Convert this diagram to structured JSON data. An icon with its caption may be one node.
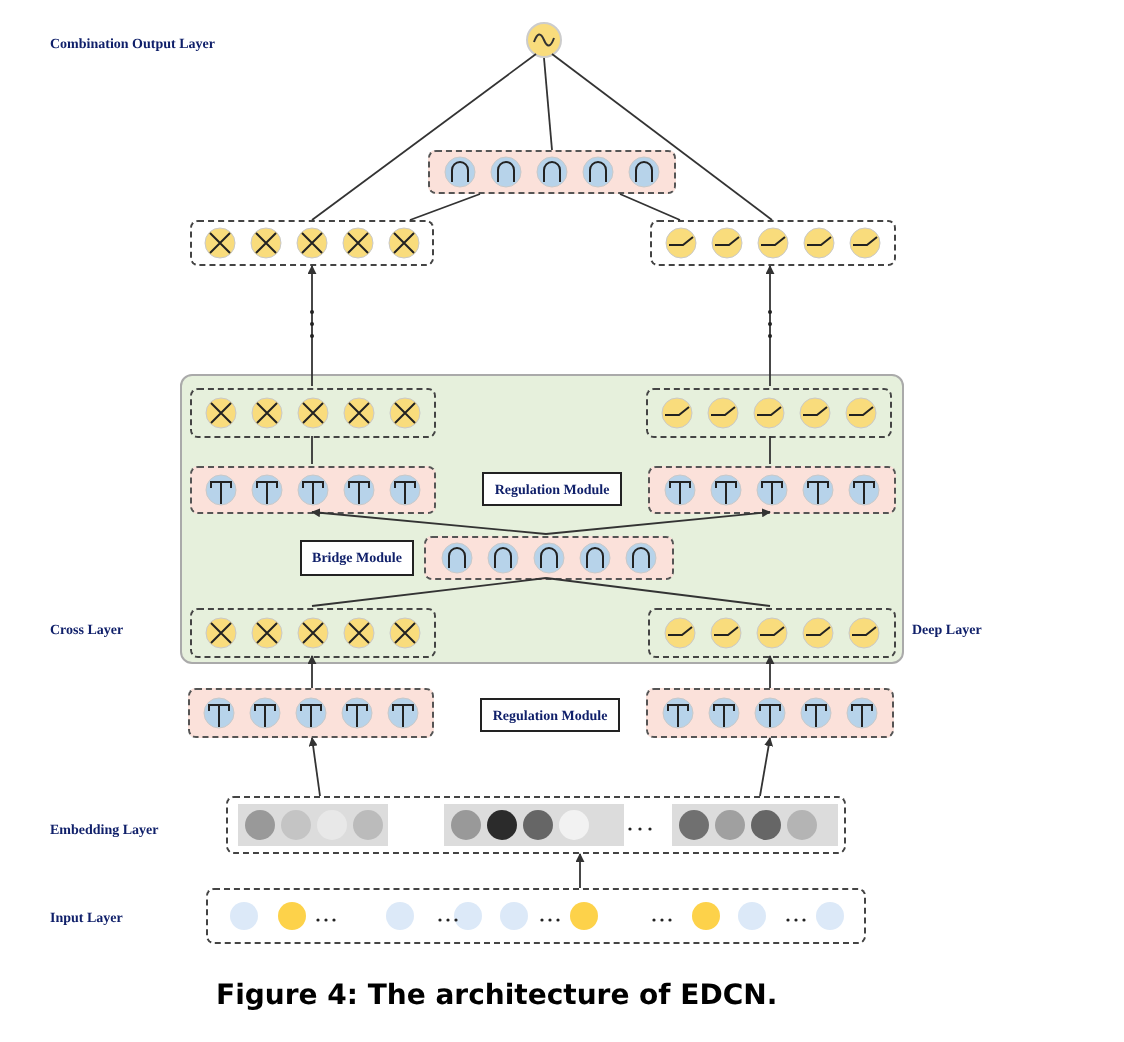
{
  "diagram": {
    "caption": "Figure 4: The architecture of EDCN.",
    "nodes": [
      {
        "text": [],
        "shape": "circle"
      },
      {
        "text": [],
        "shape": "box"
      },
      {
        "text": [],
        "shape": "box"
      },
      {
        "text": [],
        "shape": "box"
      },
      {
        "text": [],
        "shape": "box"
      },
      {
        "text": [],
        "shape": "box",
        "in": 4
      },
      {
        "text": [],
        "shape": "box",
        "in": 4
      },
      {
        "text": [],
        "shape": "box",
        "in": 4
      },
      {
        "text": [],
        "shape": "box",
        "in": 4
      },
      {
        "text": [
          "Regulation Module"
        ],
        "in": 4
      },
      {
        "text": [
          "Bridge Module"
        ],
        "in": 4
      },
      {
        "text": [],
        "shape": "box",
        "in": 4
      },
      {
        "text": [],
        "shape": "box",
        "in": 4
      },
      {
        "text": [],
        "shape": "box",
        "in": 4
      },
      {
        "text": [],
        "shape": "box"
      },
      {
        "text": [
          "Regulation Module"
        ]
      },
      {
        "text": [],
        "shape": "box"
      },
      {
        "text": [],
        "shape": "box"
      },
      {
        "text": [],
        "shape": "box"
      }
    ],
    "edges": [
      {
        "from": 2,
        "to": 0,
        "arrow": "none"
      },
      {
        "from": 1,
        "to": 0,
        "arrow": "none"
      },
      {
        "from": 3,
        "to": 0,
        "arrow": "none"
      },
      {
        "from": 2,
        "to": 1,
        "arrow": "none"
      },
      {
        "from": 3,
        "to": 1,
        "arrow": "none"
      },
      {
        "from": 5,
        "to": 2,
        "arrow": "to"
      },
      {
        "from": 6,
        "to": 3,
        "arrow": "to"
      },
      {
        "from": 7,
        "to": 5,
        "arrow": "none"
      },
      {
        "from": 8,
        "to": 6,
        "arrow": "none"
      },
      {
        "from": 11,
        "to": 7,
        "arrow": "to"
      },
      {
        "from": 11,
        "to": 8,
        "arrow": "to"
      },
      {
        "from": 12,
        "to": 11,
        "arrow": "none"
      },
      {
        "from": 13,
        "to": 11,
        "arrow": "none"
      },
      {
        "from": 14,
        "to": 12,
        "arrow": "to"
      },
      {
        "from": 16,
        "to": 13,
        "arrow": "to"
      },
      {
        "from": 17,
        "to": 14,
        "arrow": "to"
      },
      {
        "from": 17,
        "to": 16,
        "arrow": "to"
      },
      {
        "from": 18,
        "to": 17,
        "arrow": "to"
      }
    ],
    "labels": [
      "Combination Output Layer",
      "Cross Layer",
      "Deep Layer",
      "Embedding Layer",
      "Input Layer"
    ]
  }
}
